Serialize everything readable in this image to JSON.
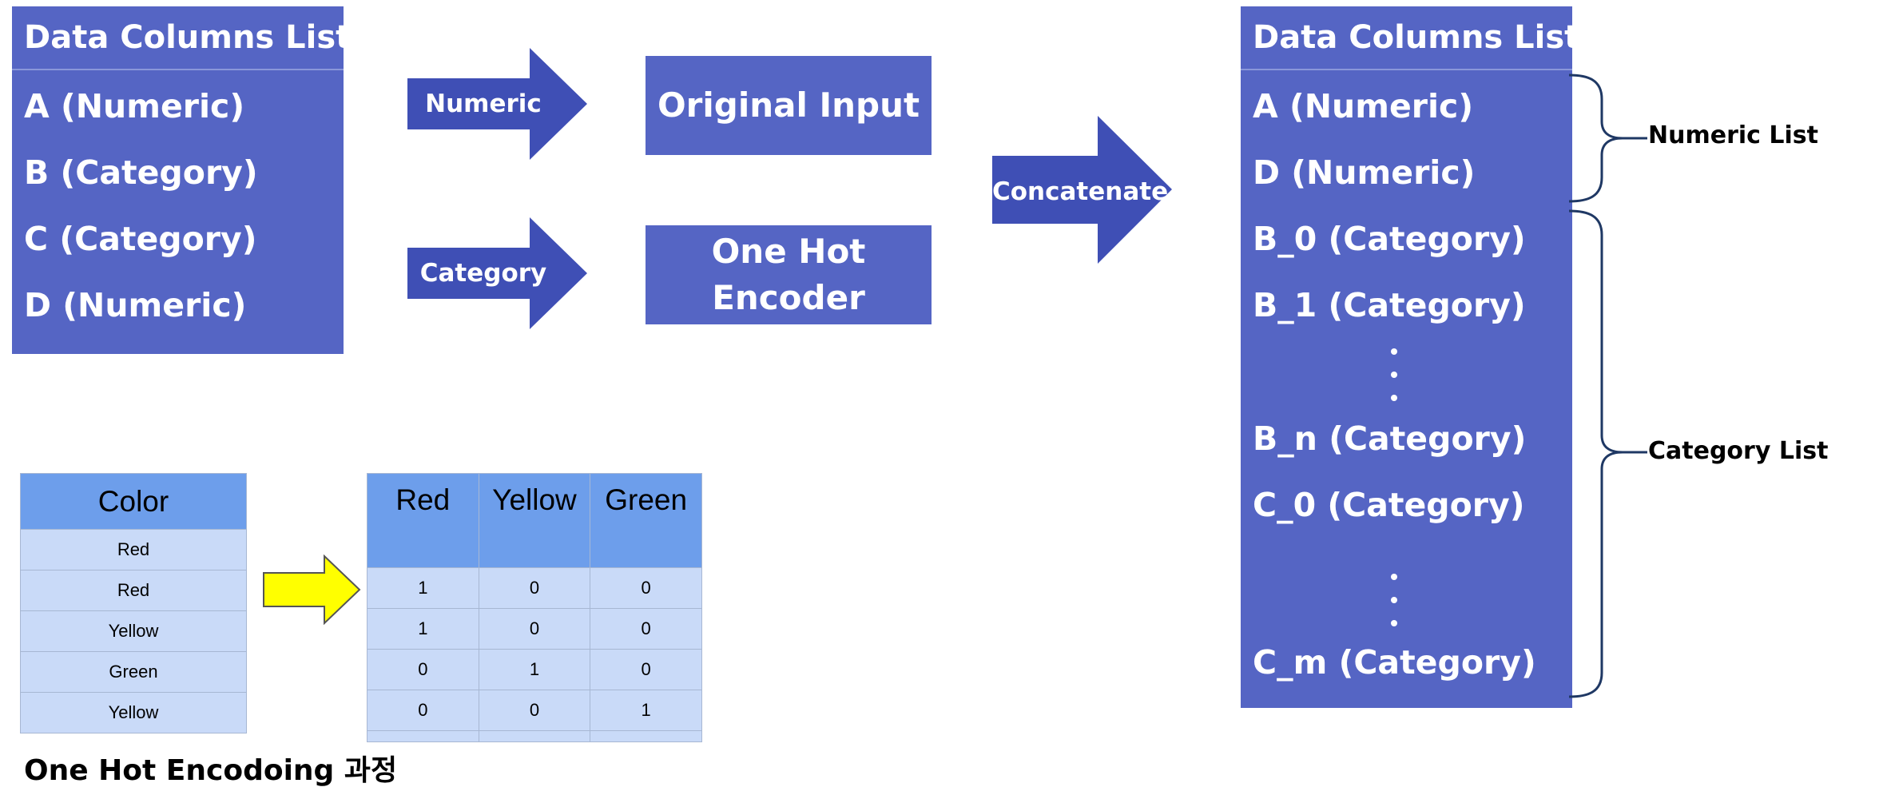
{
  "left_panel": {
    "title": "Data Columns List",
    "rows": [
      "A (Numeric)",
      "B (Category)",
      "C (Category)",
      "D (Numeric)"
    ]
  },
  "arrows": {
    "numeric": "Numeric",
    "category": "Category",
    "concatenate": "Concatenate"
  },
  "boxes": {
    "original_input": "Original Input",
    "one_hot_encoder": "One Hot\nEncoder"
  },
  "right_panel": {
    "title": "Data Columns List",
    "rows": [
      "A (Numeric)",
      "D (Numeric)",
      "B_0 (Category)",
      "B_1 (Category)",
      "B_n (Category)",
      "C_0 (Category)",
      "C_m (Category)"
    ]
  },
  "brackets": {
    "numeric": "Numeric List",
    "category": "Category List"
  },
  "color_table": {
    "header": "Color",
    "rows": [
      "Red",
      "Red",
      "Yellow",
      "Green",
      "Yellow"
    ]
  },
  "onehot_table": {
    "headers": [
      "Red",
      "Yellow",
      "Green"
    ],
    "rows": [
      [
        "1",
        "0",
        "0"
      ],
      [
        "1",
        "0",
        "0"
      ],
      [
        "0",
        "1",
        "0"
      ],
      [
        "0",
        "0",
        "1"
      ],
      [
        "",
        "",
        ""
      ]
    ]
  },
  "caption": "One Hot Encodoing 과정",
  "colors": {
    "panel_blue": "#5565C4",
    "arrow_blue": "#3F4FB5",
    "table_header": "#6D9EEB",
    "table_cell": "#C9DAF8",
    "yellow_arrow": "#FFFF00",
    "bracket": "#1F3864"
  }
}
